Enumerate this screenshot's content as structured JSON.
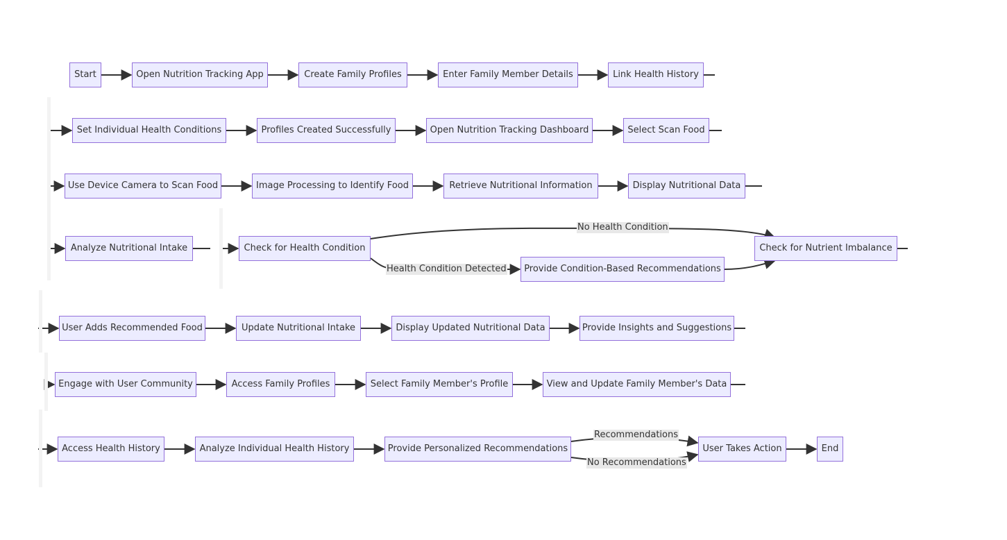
{
  "flowchart": {
    "nodes": {
      "start": "Start",
      "open_app": "Open Nutrition Tracking App",
      "create_profiles": "Create Family Profiles",
      "enter_details": "Enter Family Member Details",
      "link_history": "Link Health History",
      "set_conditions": "Set Individual Health Conditions",
      "profiles_created": "Profiles Created Successfully",
      "open_dashboard": "Open Nutrition Tracking Dashboard",
      "select_scan": "Select Scan Food",
      "use_camera": "Use Device Camera to Scan Food",
      "image_processing": "Image Processing to Identify Food",
      "retrieve_info": "Retrieve Nutritional Information",
      "display_data": "Display Nutritional Data",
      "analyze_intake": "Analyze Nutritional Intake",
      "check_condition": "Check for Health Condition",
      "condition_recs": "Provide Condition-Based Recommendations",
      "check_imbalance": "Check for Nutrient Imbalance",
      "user_adds_food": "User Adds Recommended Food",
      "update_intake": "Update Nutritional Intake",
      "display_updated": "Display Updated Nutritional Data",
      "insights": "Provide Insights and Suggestions",
      "community": "Engage with User Community",
      "access_profiles": "Access Family Profiles",
      "select_member": "Select Family Member's Profile",
      "view_update_member": "View and Update Family Member's Data",
      "access_history": "Access Health History",
      "analyze_history": "Analyze Individual Health History",
      "personalized_recs": "Provide Personalized Recommendations",
      "user_action": "User Takes Action",
      "end": "End"
    },
    "edge_labels": {
      "no_condition": "No Health Condition",
      "condition_detected": "Health Condition Detected",
      "recommendations": "Recommendations",
      "no_recommendations": "No Recommendations"
    },
    "colors": {
      "node_fill": "#ECECFF",
      "node_border": "#9370DB",
      "edge": "#333333",
      "label_bg": "#e8e8e8"
    }
  }
}
